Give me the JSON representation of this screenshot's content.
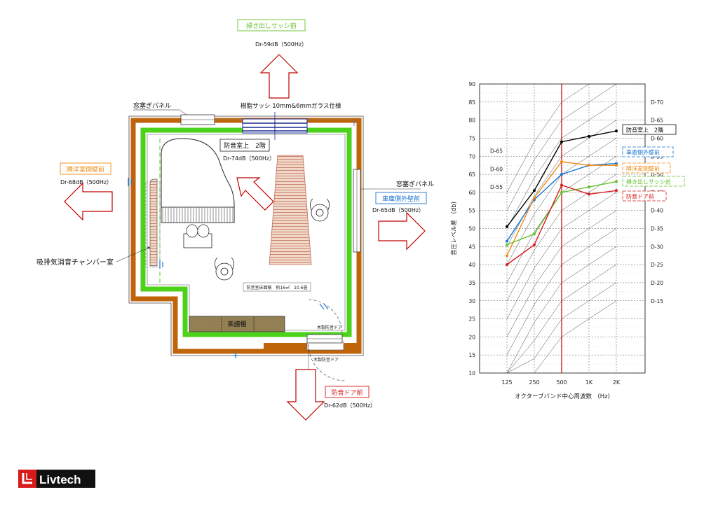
{
  "colors": {
    "wall_brown": "#c0640a",
    "wall_green": "#4cd21a",
    "arrow_red": "#c00000",
    "blue_label": "#1a74d2",
    "orange_label": "#ef8a12",
    "green_label": "#62c12a",
    "red_label": "#d71b1b",
    "black_series": "#000000"
  },
  "plan": {
    "panel_label": "窓塞ぎパネル",
    "sash_label": "樹脂サッシ 10mm&6mmガラス仕様",
    "upstairs_title": "防音室上　2階",
    "upstairs_value": "Dr-74dB（500Hz）",
    "top_label": "掃き出しサッシ前",
    "top_value": "Dr-59dB（500Hz）",
    "left_label": "隣洋室側壁前",
    "left_value": "Dr-68dB（500Hz）",
    "right_panel_label": "窓塞ぎパネル",
    "right_label": "車庫側外壁前",
    "right_value": "Dr-65dB（500Hz）",
    "chamber_label": "吸排気消音チャンバー室",
    "area_note": "防音室床面積　約16㎡　10.6畳",
    "shelf_label": "楽譜棚",
    "door_label_1": "木製防音ドア",
    "door_label_2": "木製防音ドア",
    "bottom_label": "防音ドア前",
    "bottom_value": "Dr-62dB（500Hz）"
  },
  "logo": {
    "text": "Livtech"
  },
  "chart_data": {
    "type": "line",
    "title": "",
    "xlabel": "オクターブバンド中心周波数　(Hz)",
    "ylabel": "音圧レベル差　(db)",
    "categories": [
      "125",
      "250",
      "500",
      "1K",
      "2K"
    ],
    "ylim": [
      10,
      90
    ],
    "y_ticks": [
      "10",
      "15",
      "20",
      "25",
      "30",
      "35",
      "40",
      "45",
      "50",
      "55",
      "60",
      "65",
      "70",
      "75",
      "80",
      "85",
      "90"
    ],
    "grid": true,
    "marker_line_at": "500",
    "d_curve_labels_right": [
      "D-70",
      "D-65",
      "D-60",
      "D-55",
      "D-50",
      "D-45",
      "D-40",
      "D-35",
      "D-30",
      "D-25",
      "D-20",
      "D-15"
    ],
    "d_curve_labels_inside": [
      "D-65",
      "D-60",
      "D-55"
    ],
    "series": [
      {
        "name": "防音室上　2階",
        "color": "#000000",
        "values": [
          50.5,
          60.5,
          74.0,
          75.5,
          77.0
        ]
      },
      {
        "name": "車庫側外壁前",
        "color": "#1a74d2",
        "values": [
          46.5,
          58.0,
          65.0,
          67.5,
          68.0
        ]
      },
      {
        "name": "隣洋室側壁前",
        "color": "#ef8a12",
        "values": [
          42.5,
          58.5,
          68.5,
          67.5,
          67.5
        ]
      },
      {
        "name": "掃き出しサッシ前",
        "color": "#62c12a",
        "values": [
          45.5,
          48.5,
          60.0,
          61.5,
          63.0
        ]
      },
      {
        "name": "防音ドア前",
        "color": "#d71b1b",
        "values": [
          40.0,
          45.5,
          62.0,
          59.5,
          60.5
        ]
      }
    ]
  }
}
